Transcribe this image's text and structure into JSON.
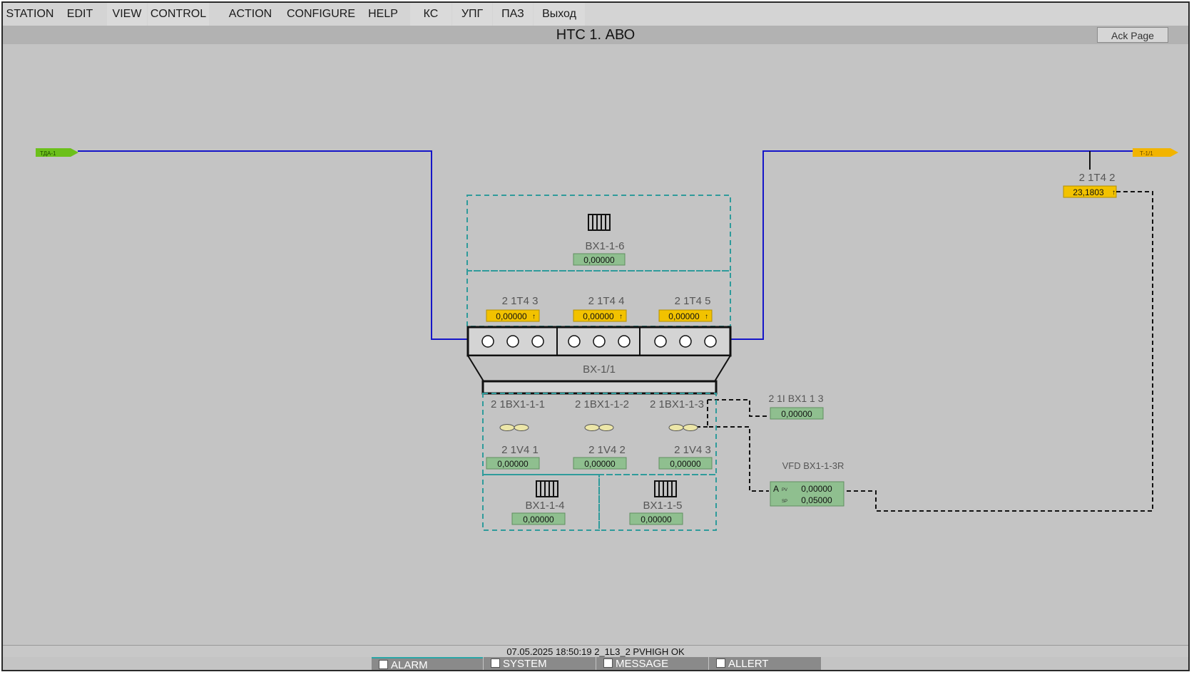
{
  "menu": {
    "items": [
      "STATION",
      "EDIT",
      "VIEW",
      "CONTROL",
      "ACTION",
      "CONFIGURE",
      "HELP",
      "КС",
      "УПГ",
      "ПАЗ",
      "Выход"
    ]
  },
  "page": {
    "title": "НТС 1. АВО",
    "ack_label": "Ack Page"
  },
  "mimic": {
    "inlet_tag": "ТДА-1",
    "outlet_tag": "Т-1/1",
    "outlet_temp": {
      "label": "2 1T4 2",
      "value": "23,1803"
    },
    "top_module": {
      "label": "BX1-1-6",
      "value": "0,00000"
    },
    "temps": [
      {
        "label": "2 1T4 3",
        "value": "0,00000"
      },
      {
        "label": "2 1T4 4",
        "value": "0,00000"
      },
      {
        "label": "2 1T4 5",
        "value": "0,00000"
      }
    ],
    "unit_label": "BX-1/1",
    "fans": [
      {
        "label": "2 1BX1-1-1",
        "vib_label": "2 1V4 1",
        "vib_value": "0,00000"
      },
      {
        "label": "2 1BX1-1-2",
        "vib_label": "2 1V4 2",
        "vib_value": "0,00000"
      },
      {
        "label": "2 1BX1-1-3",
        "vib_label": "2 1V4 3",
        "vib_value": "0,00000"
      }
    ],
    "current": {
      "label": "2 1I BX1 1 3",
      "value": "0,00000"
    },
    "bottom_modules": [
      {
        "label": "BX1-1-4",
        "value": "0,00000"
      },
      {
        "label": "BX1-1-5",
        "value": "0,00000"
      }
    ],
    "vfd": {
      "label": "VFD BX1-1-3R",
      "mode": "A",
      "pv_label": "PV",
      "pv_value": "0,00000",
      "sp_label": "SP",
      "sp_value": "0,05000"
    }
  },
  "status": {
    "message": "07.05.2025 18:50:19  2_1L3_2 PVHIGH OK"
  },
  "tabs": [
    "ALARM",
    "SYSTEM",
    "MESSAGE",
    "ALLERT"
  ],
  "colors": {
    "background": "#c4c4c4",
    "pipe": "#1515c8",
    "temp_badge": "#f2c200",
    "value_badge": "#8fbf8f",
    "dashed_box": "#2f9b9b"
  }
}
